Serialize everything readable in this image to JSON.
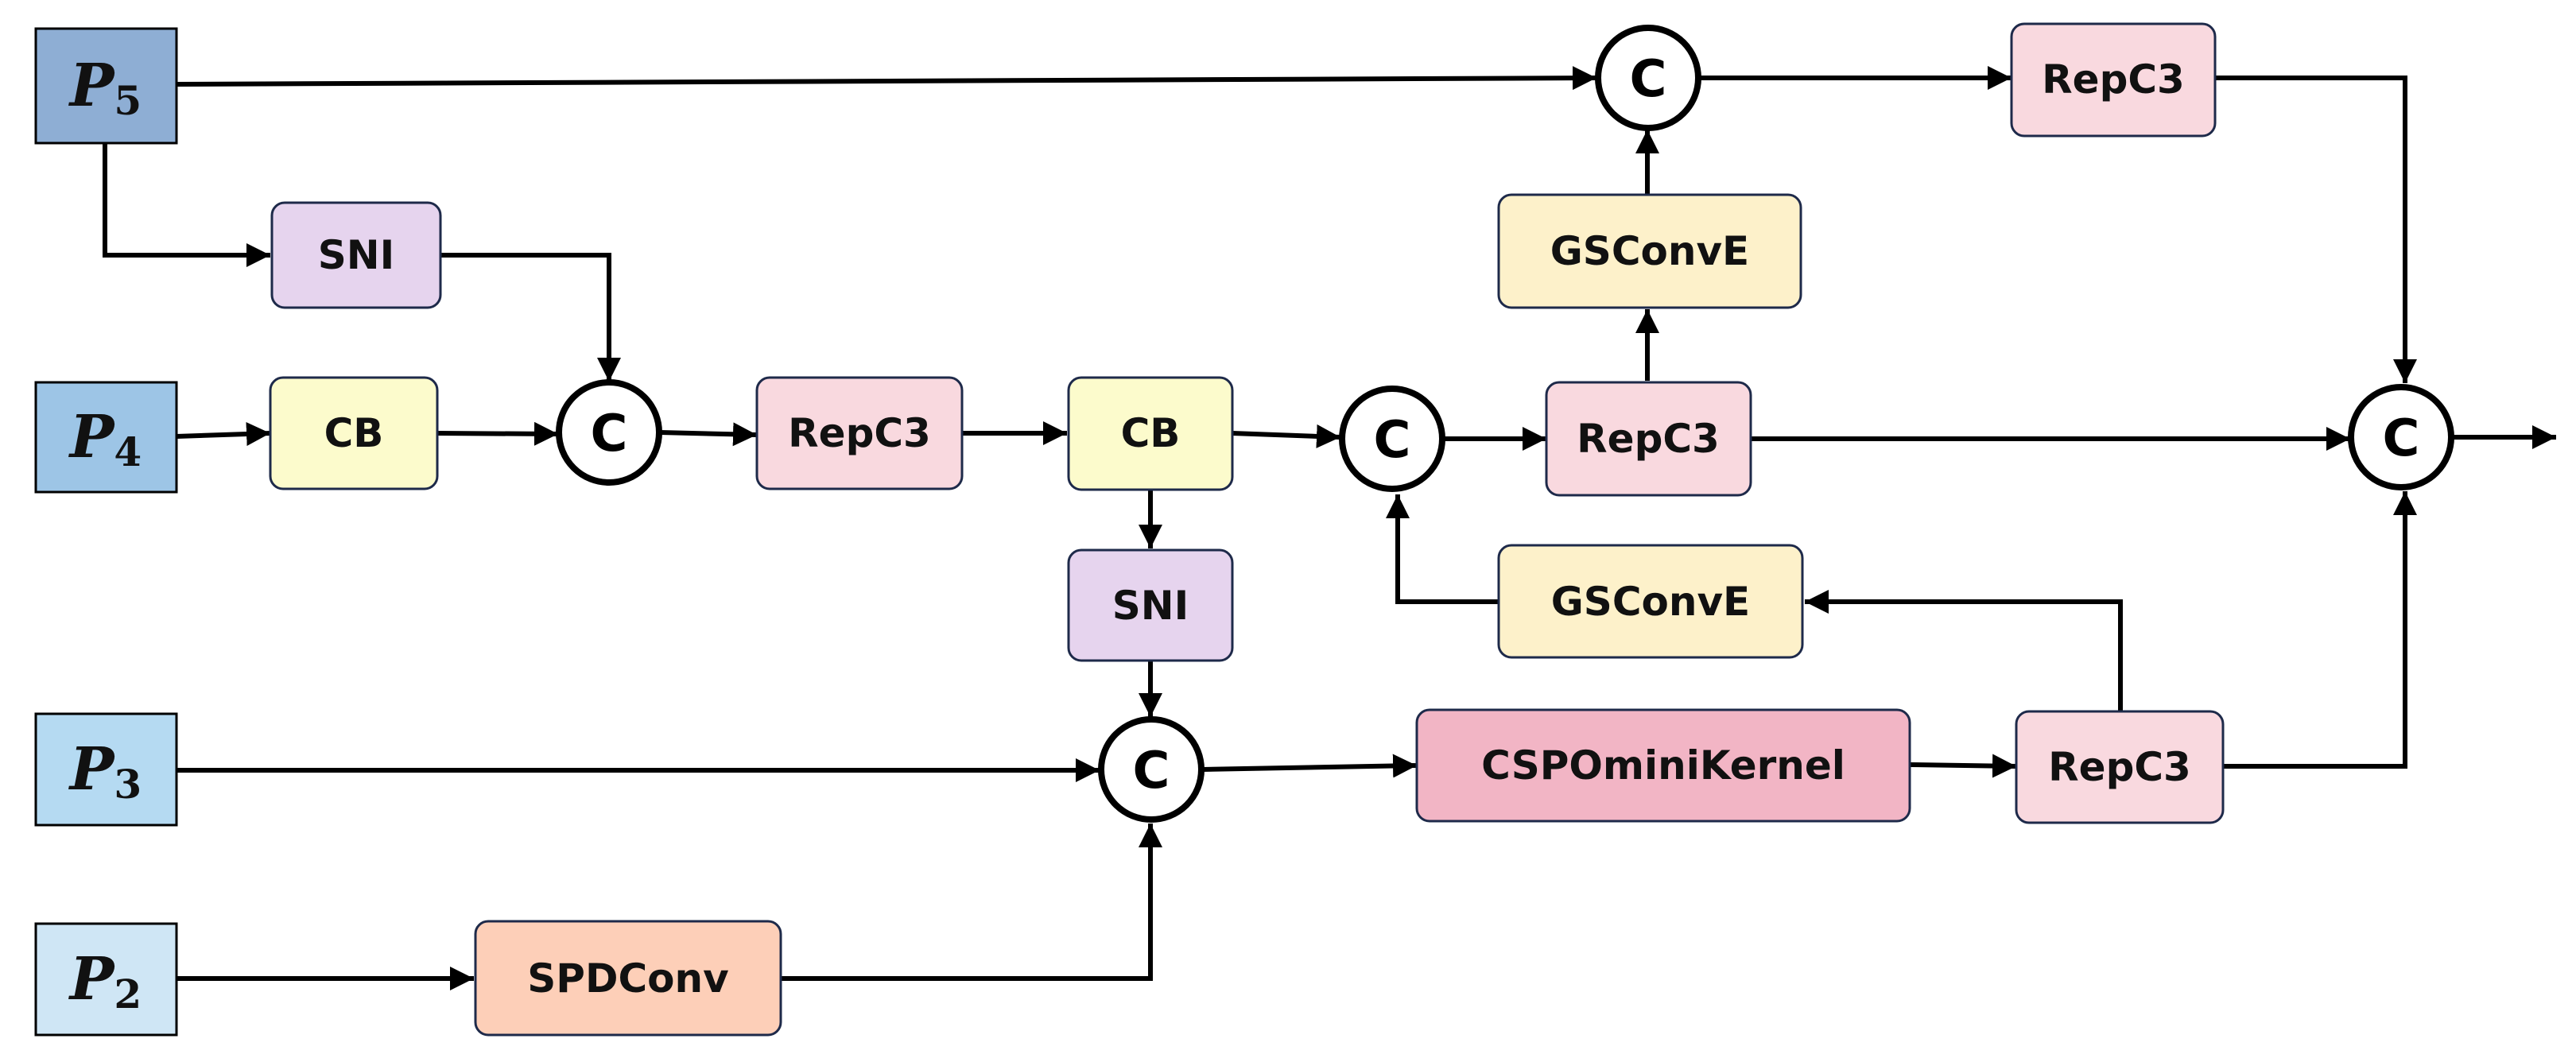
{
  "inputs": [
    {
      "id": "p5",
      "main": "P",
      "sub": "5",
      "color": "#8eaed4"
    },
    {
      "id": "p4",
      "main": "P",
      "sub": "4",
      "color": "#9dc5e6"
    },
    {
      "id": "p3",
      "main": "P",
      "sub": "3",
      "color": "#b5daf2"
    },
    {
      "id": "p2",
      "main": "P",
      "sub": "2",
      "color": "#cfe6f5"
    }
  ],
  "blocks": [
    {
      "id": "sni-top",
      "label": "SNI",
      "color": "#e6d4ee"
    },
    {
      "id": "cb-left",
      "label": "CB",
      "color": "#fcfbcc"
    },
    {
      "id": "repc3-mid-left",
      "label": "RepC3",
      "color": "#f9d9df"
    },
    {
      "id": "cb-mid",
      "label": "CB",
      "color": "#fcfbcc"
    },
    {
      "id": "sni-mid",
      "label": "SNI",
      "color": "#e6d4ee"
    },
    {
      "id": "gsconve-top",
      "label": "GSConvE",
      "color": "#fdf1ca"
    },
    {
      "id": "repc3-center",
      "label": "RepC3",
      "color": "#f9d9df"
    },
    {
      "id": "gsconve-bottom",
      "label": "GSConvE",
      "color": "#fdf1ca"
    },
    {
      "id": "repc3-top-right",
      "label": "RepC3",
      "color": "#f9d9df"
    },
    {
      "id": "cspominikernel",
      "label": "CSPOminiKernel",
      "color": "#f2b5c5"
    },
    {
      "id": "repc3-bottom-right",
      "label": "RepC3",
      "color": "#f9d9df"
    },
    {
      "id": "spdconv",
      "label": "SPDConv",
      "color": "#fdcfb8"
    }
  ],
  "concat_symbol": "C",
  "concats": [
    "concat-top",
    "concat-left",
    "concat-center",
    "concat-bottom",
    "concat-output"
  ]
}
